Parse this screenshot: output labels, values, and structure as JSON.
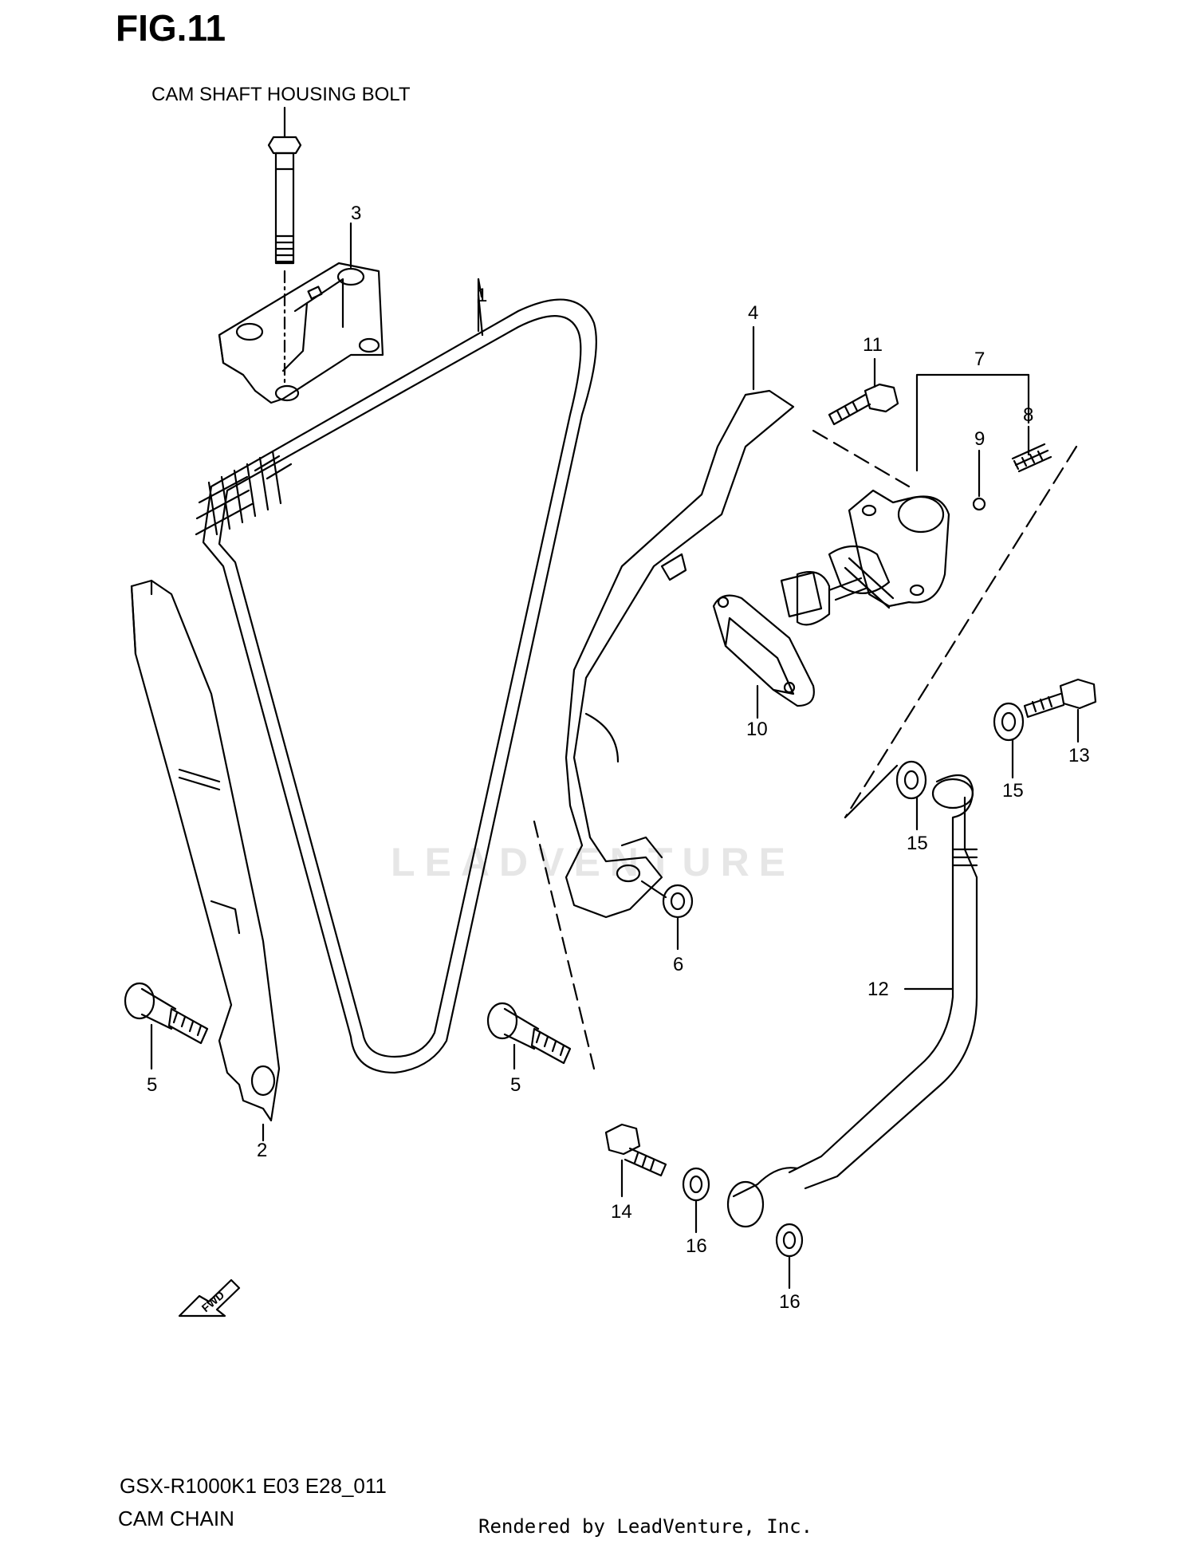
{
  "figure": {
    "title": "FIG.11",
    "top_caption": "CAM SHAFT HOUSING BOLT",
    "model_code": "GSX-R1000K1 E03 E28_011",
    "subtitle": "CAM CHAIN",
    "rendered_by": "Rendered by LeadVenture, Inc.",
    "watermark": "LEADVENTURE",
    "fwd_label": "FWD"
  },
  "callouts": [
    {
      "id": "c1",
      "text": "1"
    },
    {
      "id": "c2",
      "text": "2"
    },
    {
      "id": "c3",
      "text": "3"
    },
    {
      "id": "c4",
      "text": "4"
    },
    {
      "id": "c5a",
      "text": "5"
    },
    {
      "id": "c5b",
      "text": "5"
    },
    {
      "id": "c6",
      "text": "6"
    },
    {
      "id": "c7",
      "text": "7"
    },
    {
      "id": "c8",
      "text": "8"
    },
    {
      "id": "c9",
      "text": "9"
    },
    {
      "id": "c10",
      "text": "10"
    },
    {
      "id": "c11",
      "text": "11"
    },
    {
      "id": "c12",
      "text": "12"
    },
    {
      "id": "c13",
      "text": "13"
    },
    {
      "id": "c14",
      "text": "14"
    },
    {
      "id": "c15a",
      "text": "15"
    },
    {
      "id": "c15b",
      "text": "15"
    },
    {
      "id": "c16a",
      "text": "16"
    },
    {
      "id": "c16b",
      "text": "16"
    }
  ],
  "colors": {
    "line": "#000000",
    "background": "#ffffff",
    "watermark": "#e6e6e6"
  }
}
